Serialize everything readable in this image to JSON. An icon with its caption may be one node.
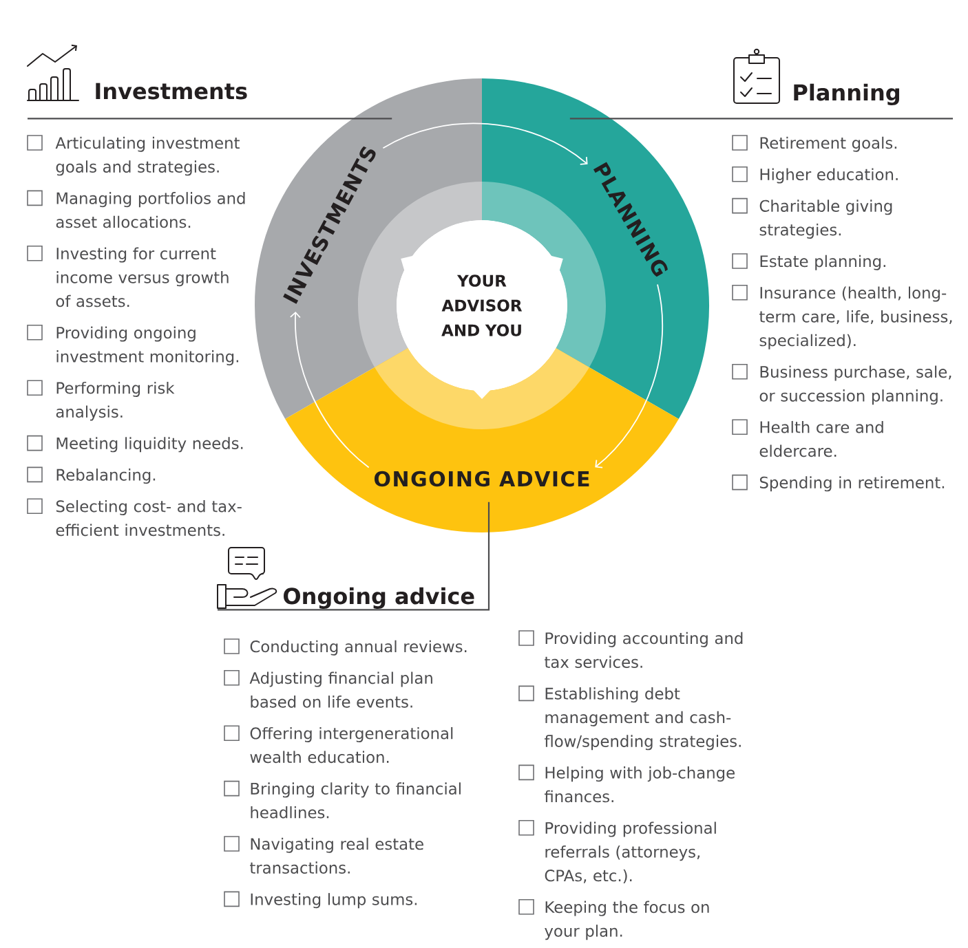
{
  "diagram": {
    "nodes": [
      {
        "text": [
          "YOUR ADVISOR AND YOU"
        ]
      },
      {
        "text": [
          "INVESTMENTS"
        ]
      },
      {
        "text": [
          "PLANNING"
        ]
      },
      {
        "text": [
          "ONGOING ADVICE"
        ]
      },
      {
        "text": [
          "Investments"
        ],
        "beside": [
          "Articulating investment goals and strategies.",
          "Managing portfolios and asset allocations.",
          "Investing for current income versus growth of assets.",
          "Providing ongoing investment monitoring.",
          "Performing risk analysis.",
          "Meeting liquidity needs.",
          "Rebalancing.",
          "Selecting cost- and tax-efficient investments."
        ]
      },
      {
        "text": [
          "Planning"
        ],
        "beside": [
          "Retirement goals.",
          "Higher education.",
          "Charitable giving strategies.",
          "Estate planning.",
          "Insurance (health, long-term care, life, business, specialized).",
          "Business purchase, sale, or succession planning.",
          "Health care and eldercare.",
          "Spending in retirement."
        ]
      },
      {
        "text": [
          "Ongoing advice"
        ],
        "beside": [
          "Conducting annual reviews.",
          "Adjusting financial plan based on life events.",
          "Offering intergenerational wealth education.",
          "Bringing clarity to financial headlines.",
          "Navigating real estate transactions.",
          "Investing lump sums.",
          "Providing accounting and tax services.",
          "Establishing debt management and cash-flow/spending strategies.",
          "Helping with job-change finances.",
          "Providing professional referrals (attorneys, CPAs, etc.).",
          "Keeping the focus on your plan."
        ]
      }
    ],
    "edges": [
      {
        "from": 1,
        "to": 2,
        "arrow": "to",
        "color": "#ffffff"
      },
      {
        "from": 2,
        "to": 3,
        "arrow": "to",
        "color": "#ffffff"
      },
      {
        "from": 3,
        "to": 1,
        "arrow": "to",
        "color": "#ffffff"
      },
      {
        "from": 4,
        "to": 1,
        "arrow": "none",
        "color": "#4d4d4f"
      },
      {
        "from": 5,
        "to": 2,
        "arrow": "none",
        "color": "#4d4d4f"
      },
      {
        "from": 6,
        "to": 3,
        "arrow": "none",
        "color": "#4d4d4f"
      }
    ]
  }
}
